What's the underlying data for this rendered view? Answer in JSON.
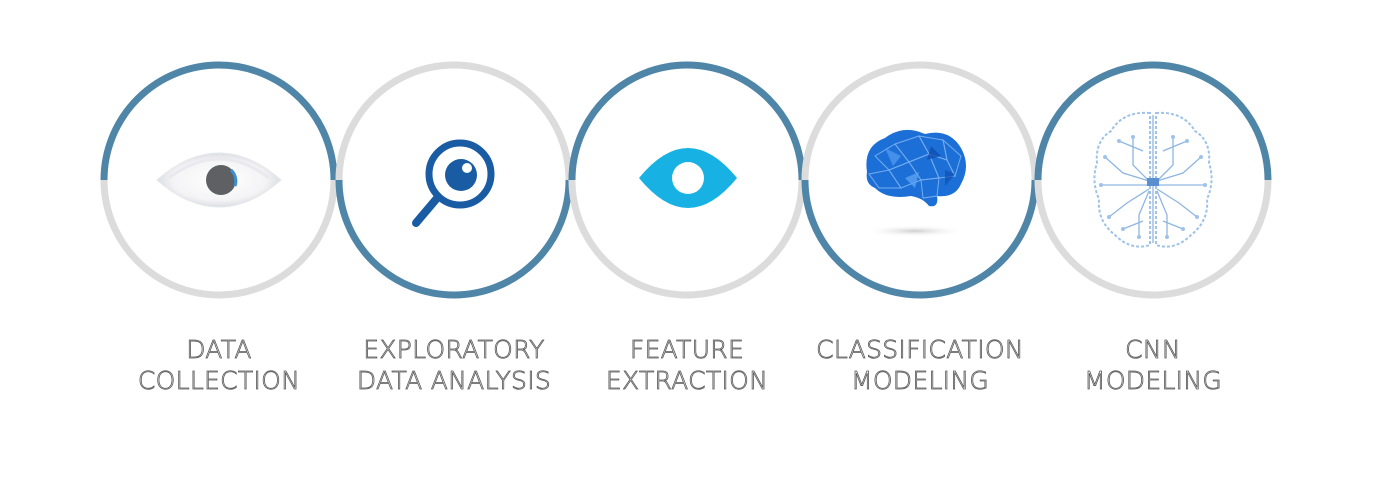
{
  "colors": {
    "ring_accent": "#4f86a8",
    "ring_gray": "#dcdcdc",
    "label_stroke": "#555555"
  },
  "steps": [
    {
      "label_line1": "DATA",
      "label_line2": "COLLECTION",
      "icon": "eye-realistic-icon",
      "ring_highlight": "top"
    },
    {
      "label_line1": "EXPLORATORY",
      "label_line2": "DATA ANALYSIS",
      "icon": "magnifier-eye-icon",
      "ring_highlight": "bottom"
    },
    {
      "label_line1": "FEATURE",
      "label_line2": "EXTRACTION",
      "icon": "eye-cyan-icon",
      "ring_highlight": "top"
    },
    {
      "label_line1": "CLASSIFICATION",
      "label_line2": "MODELING",
      "icon": "polygon-brain-icon",
      "ring_highlight": "bottom"
    },
    {
      "label_line1": "CNN",
      "label_line2": "MODELING",
      "icon": "circuit-brain-icon",
      "ring_highlight": "top"
    }
  ]
}
